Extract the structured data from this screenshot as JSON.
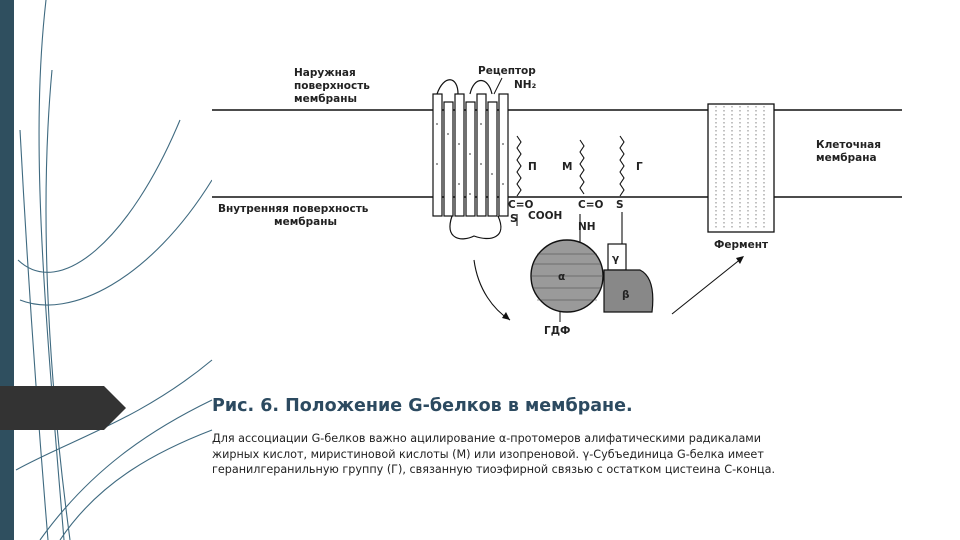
{
  "figure": {
    "labels": {
      "outer_surface": [
        "Наружная",
        "поверхность",
        "мембраны"
      ],
      "receptor": "Рецептор",
      "nh2": "NH₂",
      "cell_membrane": [
        "Клеточная",
        "мембрана"
      ],
      "inner_surface": [
        "Внутренняя поверхность",
        "мембраны"
      ],
      "p": "П",
      "m": "М",
      "g": "Г",
      "co_left": "C=O",
      "co_right": "C=O",
      "s_left": "S",
      "s_right": "S",
      "cooh": "COOH",
      "nh": "NH",
      "gamma": "γ",
      "alpha": "α",
      "beta": "β",
      "gdp": "ГДФ",
      "enzyme": "Фермент"
    }
  },
  "caption": {
    "title": "Рис. 6. Положение G-белков в мембране.",
    "body_lines": [
      "Для ассоциации G-белков важно ацилирование α-протомеров алифатическими радикалами",
      "жирных кислот, миристиновой кислоты (М) или изопреновой. γ-Субъединица G-белка имеет",
      "геранилгеранильную группу (Г), связанную тиоэфирной связью с остатком цистеина С-конца."
    ]
  },
  "colors": {
    "band": "#2f4f5f",
    "tab": "#333333",
    "title": "#2c4a60",
    "deco_lines": "#3f6a80"
  }
}
